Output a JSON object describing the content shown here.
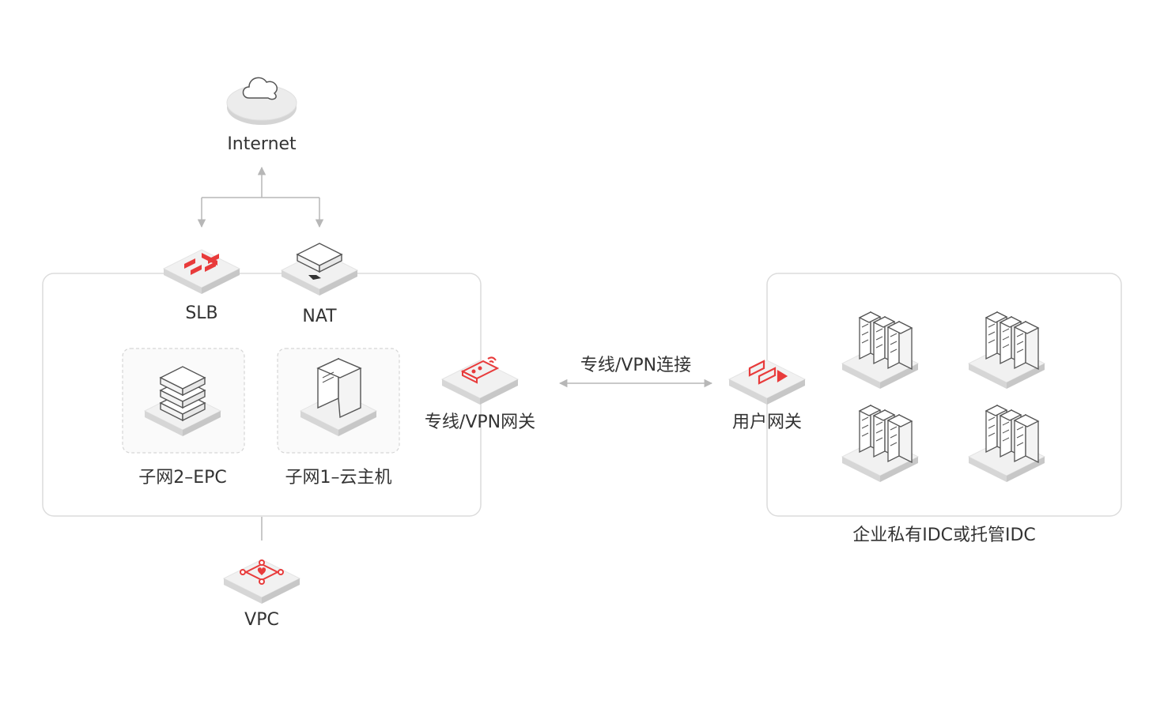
{
  "nodes": {
    "internet": {
      "label": "Internet",
      "icon": "cloud-icon"
    },
    "slb": {
      "label": "SLB",
      "icon": "load-balancer-icon"
    },
    "nat": {
      "label": "NAT",
      "icon": "nat-gateway-icon"
    },
    "subnet_epc": {
      "label": "子网2–EPC",
      "icon": "server-stack-icon"
    },
    "subnet_vm": {
      "label": "子网1–云主机",
      "icon": "server-tower-icon"
    },
    "vpn_gateway": {
      "label": "专线/VPN网关",
      "icon": "vpn-gateway-icon"
    },
    "user_gateway": {
      "label": "用户网关",
      "icon": "user-gateway-icon"
    },
    "vpc": {
      "label": "VPC",
      "icon": "vpc-network-icon"
    }
  },
  "connection": {
    "label": "专线/VPN连接"
  },
  "idc": {
    "label": "企业私有IDC或托管IDC",
    "icon": "server-rack-icon"
  },
  "colors": {
    "accent": "#e83b3b",
    "line": "#b7b7b7",
    "box_border": "#dcdcdc",
    "dashed_border": "#d5d5d5",
    "text": "#333333"
  }
}
